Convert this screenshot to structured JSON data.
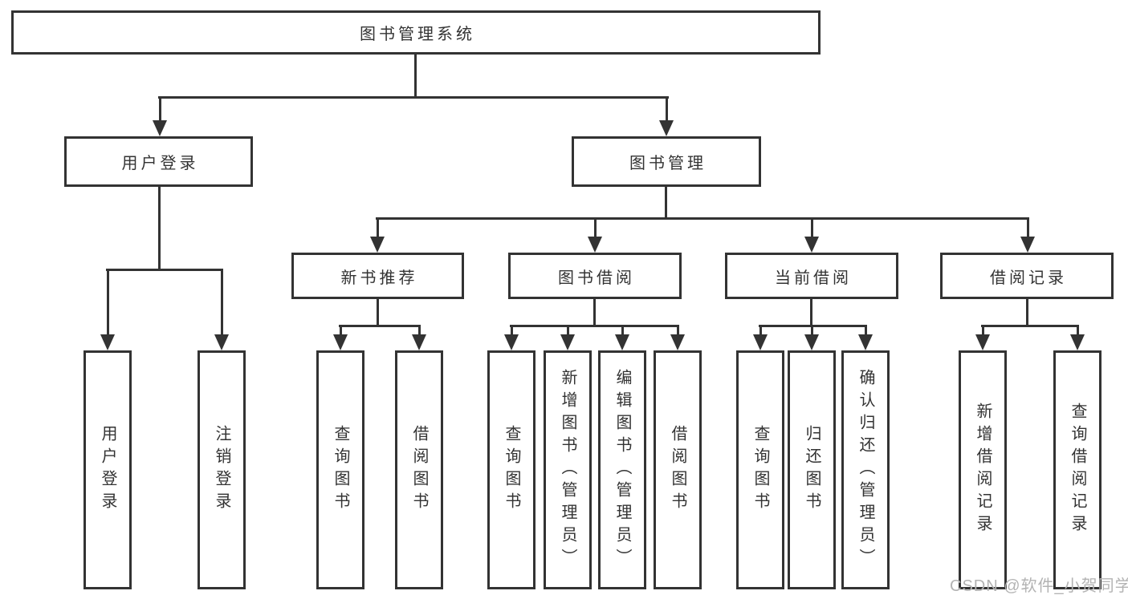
{
  "diagram": {
    "root": {
      "label": "图书管理系统"
    },
    "level2": [
      {
        "label": "用户登录"
      },
      {
        "label": "图书管理"
      }
    ],
    "level3": [
      {
        "label": "新书推荐"
      },
      {
        "label": "图书借阅"
      },
      {
        "label": "当前借阅"
      },
      {
        "label": "借阅记录"
      }
    ],
    "leaves": {
      "user_login": [
        {
          "label": "用户登录"
        },
        {
          "label": "注销登录"
        }
      ],
      "new_book": [
        {
          "label": "查询图书"
        },
        {
          "label": "借阅图书"
        }
      ],
      "book_borrow": [
        {
          "label": "查询图书"
        },
        {
          "label": "新增图书（管理员）"
        },
        {
          "label": "编辑图书（管理员）"
        },
        {
          "label": "借阅图书"
        }
      ],
      "current_borrow": [
        {
          "label": "查询图书"
        },
        {
          "label": "归还图书"
        },
        {
          "label": "确认归还（管理员）"
        }
      ],
      "borrow_record": [
        {
          "label": "新增借阅记录"
        },
        {
          "label": "查询借阅记录"
        }
      ]
    }
  },
  "watermark": {
    "text": "CSDN @软件_小贺同学",
    "color": "#b3b3b3"
  },
  "colors": {
    "line": "#333333",
    "text": "#333333",
    "background": "#ffffff"
  }
}
